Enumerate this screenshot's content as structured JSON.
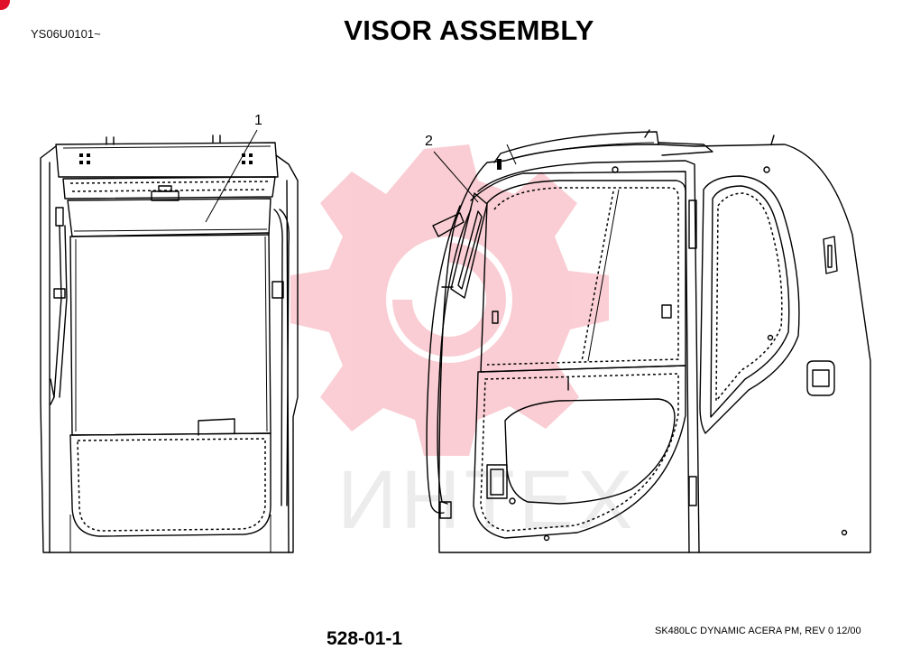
{
  "header": {
    "serial_range": "YS06U0101~",
    "title": "VISOR ASSEMBLY"
  },
  "callouts": [
    {
      "number": "1"
    },
    {
      "number": "2"
    }
  ],
  "footer": {
    "page_number": "528-01-1",
    "model_revision": "SK480LC DYNAMIC ACERA PM, REV 0 12/00"
  },
  "watermark": {
    "text": "ИНТЕХ",
    "color": "#e8223a"
  },
  "colors": {
    "line": "#000000",
    "background": "#ffffff",
    "corner_mark": "#e0102a"
  }
}
